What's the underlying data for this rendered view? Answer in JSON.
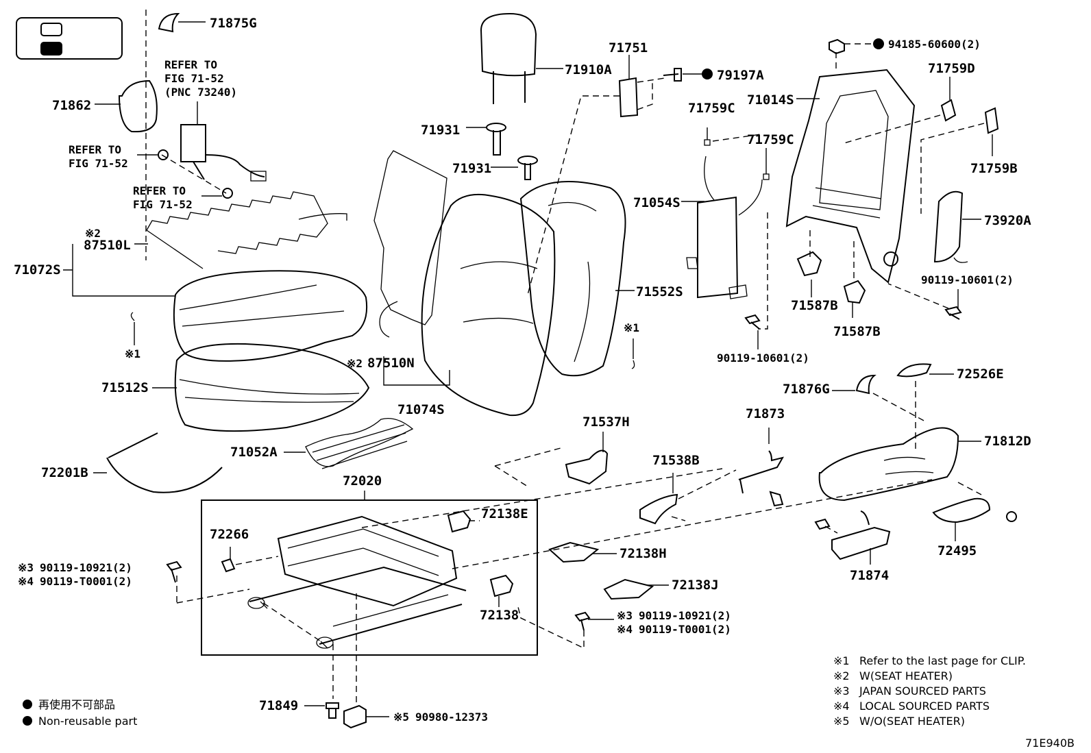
{
  "diagram_code": "71E940B",
  "parts": {
    "p71875G": "71875G",
    "p71862": "71862",
    "p71910A": "71910A",
    "p71751": "71751",
    "p79197A": "79197A",
    "p94185": "94185-60600(2)",
    "p71759D": "71759D",
    "p71014S": "71014S",
    "p71759C_a": "71759C",
    "p71759C_b": "71759C",
    "p71759B": "71759B",
    "p71931_a": "71931",
    "p71931_b": "71931",
    "p87510L": "87510L",
    "p71072S": "71072S",
    "p71054S": "71054S",
    "p73920A": "73920A",
    "p90119_10601_a": "90119-10601(2)",
    "p71552S": "71552S",
    "p71587B_a": "71587B",
    "p71587B_b": "71587B",
    "p90119_10601_b": "90119-10601(2)",
    "p87510N": "87510N",
    "p71512S": "71512S",
    "p71074S": "71074S",
    "p72526E": "72526E",
    "p71876G": "71876G",
    "p71873": "71873",
    "p71537H": "71537H",
    "p71812D": "71812D",
    "p71052A": "71052A",
    "p72201B": "72201B",
    "p71538B": "71538B",
    "p72020": "72020",
    "p72138E": "72138E",
    "p72266": "72266",
    "p72138H": "72138H",
    "p72495": "72495",
    "p71874": "71874",
    "p72138J": "72138J",
    "p72138": "72138",
    "p90119_10921_a": "90119-10921(2)",
    "p90119_T0001_a": "90119-T0001(2)",
    "p90119_10921_b": "90119-10921(2)",
    "p90119_T0001_b": "90119-T0001(2)",
    "p71849": "71849",
    "p90980": "90980-12373"
  },
  "marks": {
    "ref1": "※1",
    "ref2": "※2",
    "ref3": "※3",
    "ref4": "※4",
    "ref5": "※5"
  },
  "refer_notes": {
    "refer_a_line1": "REFER TO",
    "refer_a_line2": "FIG 71-52",
    "refer_a_line3": "(PNC 73240)",
    "refer_b_line1": "REFER TO",
    "refer_b_line2": "FIG 71-52",
    "refer_c_line1": "REFER TO",
    "refer_c_line2": "FIG 71-52"
  },
  "legend": {
    "non_reusable_jp": "再使用不可部品",
    "non_reusable_en": "Non-reusable part"
  },
  "footnotes": [
    {
      "mark": "※1",
      "text": "Refer to the last page for CLIP."
    },
    {
      "mark": "※2",
      "text": "W(SEAT HEATER)"
    },
    {
      "mark": "※3",
      "text": "JAPAN SOURCED PARTS"
    },
    {
      "mark": "※4",
      "text": "LOCAL SOURCED PARTS"
    },
    {
      "mark": "※5",
      "text": "W/O(SEAT HEATER)"
    }
  ],
  "colors": {
    "ink": "#000000",
    "background": "#ffffff"
  }
}
